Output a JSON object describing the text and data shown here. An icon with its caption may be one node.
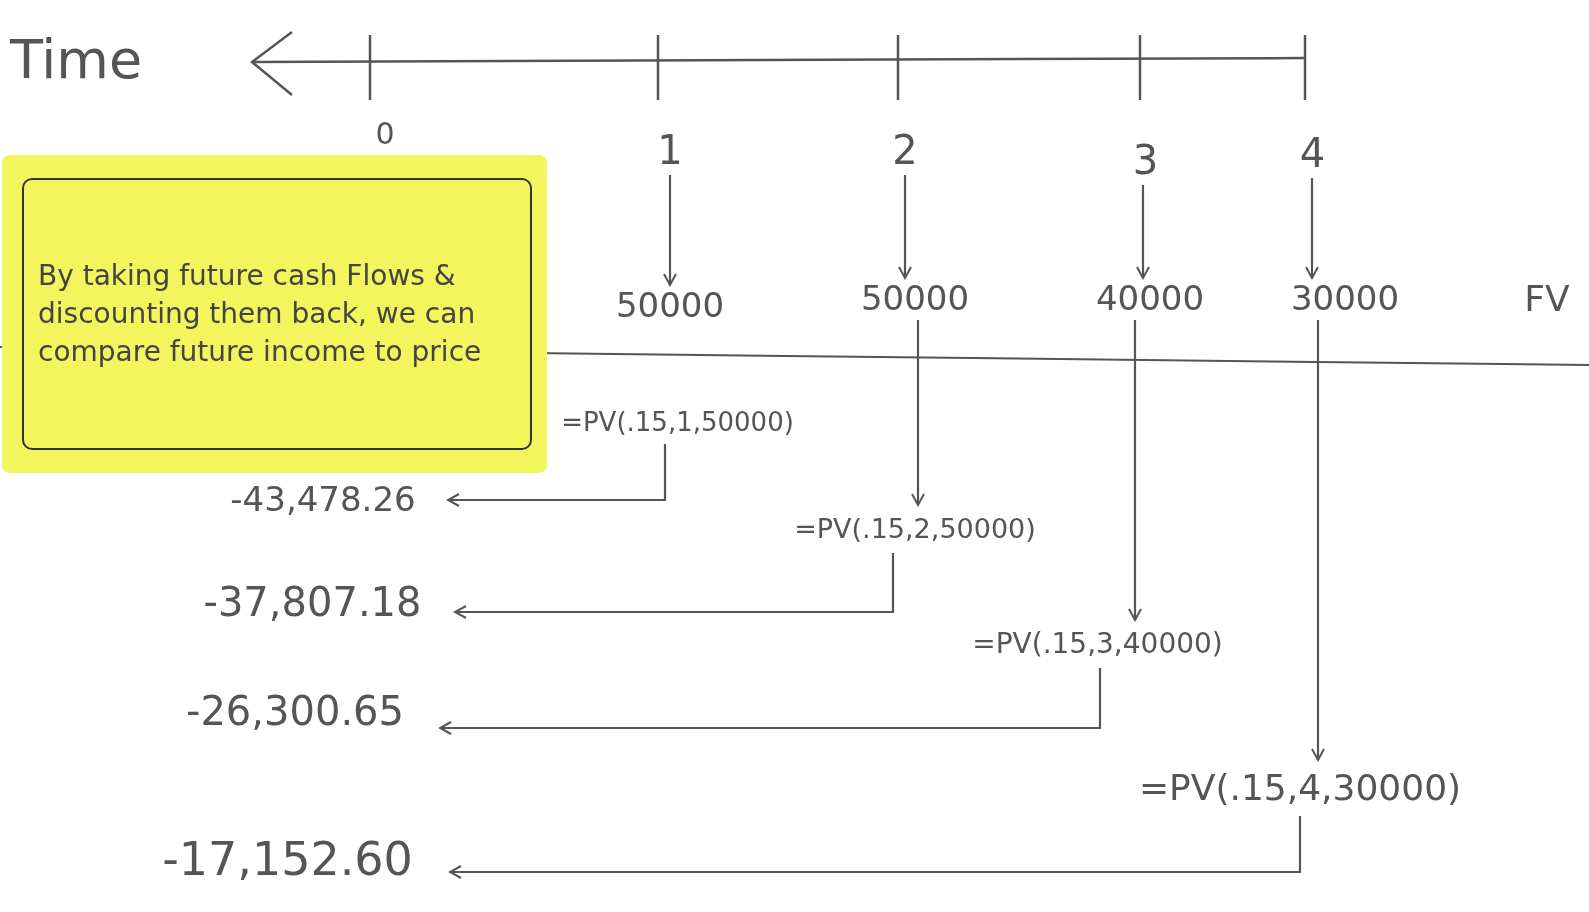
{
  "diagram": {
    "nodes": [
      {
        "text": [
          "By taking future cash Flows & discounting them back, we can compare future income to price"
        ]
      },
      {
        "text": [
          "0"
        ]
      },
      {
        "text": [
          "1"
        ]
      },
      {
        "text": [
          "2"
        ]
      },
      {
        "text": [
          "3"
        ]
      },
      {
        "text": [
          "4"
        ]
      },
      {
        "text": [
          "50000"
        ]
      },
      {
        "text": [
          "50000"
        ]
      },
      {
        "text": [
          "40000"
        ]
      },
      {
        "text": [
          "30000"
        ]
      },
      {
        "text": [
          "FV"
        ]
      },
      {
        "text": [
          "=PV(.15,1,50000)"
        ]
      },
      {
        "text": [
          "=PV(.15,2,50000)"
        ]
      },
      {
        "text": [
          "=PV(.15,3,40000)"
        ]
      },
      {
        "text": [
          "=PV(.15,4,30000)"
        ]
      },
      {
        "text": [
          "-43,478.26"
        ]
      },
      {
        "text": [
          "-37,807.18"
        ]
      },
      {
        "text": [
          "-26,300.65"
        ]
      },
      {
        "text": [
          "-17,152.60"
        ]
      }
    ],
    "edges": [
      {
        "from": 2,
        "to": 6,
        "arrow": "to"
      },
      {
        "from": 3,
        "to": 7,
        "arrow": "to"
      },
      {
        "from": 4,
        "to": 8,
        "arrow": "to"
      },
      {
        "from": 5,
        "to": 9,
        "arrow": "to"
      },
      {
        "from": 7,
        "to": 12,
        "arrow": "to"
      },
      {
        "from": 8,
        "to": 13,
        "arrow": "to"
      },
      {
        "from": 9,
        "to": 14,
        "arrow": "to"
      },
      {
        "from": 11,
        "to": 15,
        "arrow": "to"
      },
      {
        "from": 12,
        "to": 16,
        "arrow": "to"
      },
      {
        "from": 13,
        "to": 17,
        "arrow": "to"
      },
      {
        "from": 14,
        "to": 18,
        "arrow": "to"
      }
    ],
    "labels": [
      "Time"
    ]
  }
}
